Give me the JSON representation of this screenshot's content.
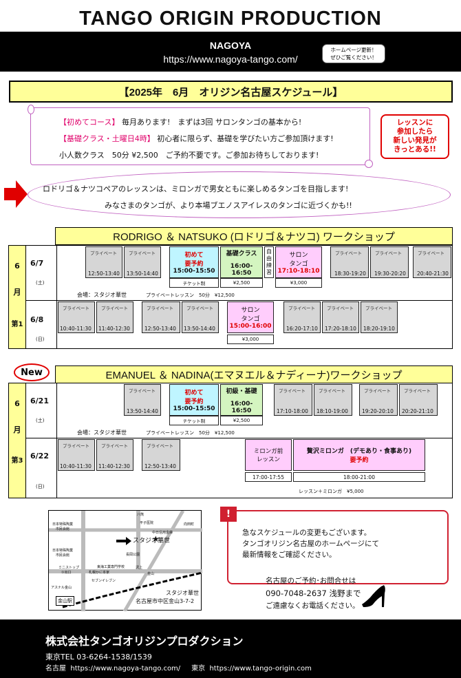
{
  "header": {
    "title": "TANGO ORIGIN PRODUCTION",
    "city": "NAGOYA",
    "url": "https://www.nagoya-tango.com/",
    "bubble_line1": "ホームページ更新！",
    "bubble_line2": "ぜひご覧ください！"
  },
  "banner": "【2025年　6月　オリジン名古屋スケジュール】",
  "intro": {
    "line1_tag": "【初めてコース】",
    "line1_rest": "毎月あります!　まずは3回 サロンタンゴの基本から!",
    "line2_tag": "【基礎クラス・土曜日4時】",
    "line2_rest": "初心者に限らず、基礎を学びたい方ご参加頂けます!",
    "line3": "小人数クラス　50分 ¥2,500　ご予約不要です。ご参加お待ちしております!"
  },
  "lesson_note": {
    "l1": "レッスンに",
    "l2": "参加したら",
    "l3": "新しい発見が",
    "l4": "きっとある!!"
  },
  "ellipse": {
    "line1": "ロドリゴ＆ナツコペアのレッスンは、ミロンガで男女ともに楽しめるタンゴを目指します!",
    "line2": "みなさまのタンゴが、より本場ブエノスアイレスのタンゴに近づくかも!!"
  },
  "ws1": {
    "title": "RODRIGO ＆ NATSUKO (ロドリゴ＆ナツコ) ワークショップ",
    "month": "6",
    "month_unit": "月",
    "week": "第1",
    "day1": {
      "date": "6/7",
      "dow": "(土)",
      "venue": "会場：スタジオ華世",
      "private_note": "プライベートレッスン　50分　¥12,500",
      "ticket": "チケット制",
      "price_basic": "¥2,500",
      "price_salon": "¥3,000"
    },
    "day2": {
      "date": "6/8",
      "dow": "(日)",
      "price_salon": "¥3,000"
    }
  },
  "ws2": {
    "new_label": "New",
    "title": "EMANUEL ＆ NADINA(エマヌエル＆ナディーナ)ワークショップ",
    "month": "6",
    "month_unit": "月",
    "week": "第3",
    "day1": {
      "date": "6/21",
      "dow": "(土)",
      "venue": "会場：スタジオ華世",
      "private_note": "プライベートレッスン　50分　¥12,500",
      "ticket": "チケット制",
      "price_basic": "¥2,500"
    },
    "day2": {
      "date": "6/22",
      "dow": "(日)",
      "lesson_milonga_price": "レッスン＋ミロンガ　¥5,000"
    }
  },
  "labels": {
    "private": "プライベート",
    "beginner1": "初めて",
    "beginner2": "要予約",
    "basic": "基礎クラス",
    "basic2": "初級・基礎",
    "free1": "自",
    "free2": "由",
    "free3": "練",
    "free4": "習",
    "salon1": "サロン",
    "salon2": "タンゴ",
    "milonga_lesson1": "ミロンガ前",
    "milonga_lesson2": "レッスン",
    "milonga_title": "贅沢ミロンガ　(デモあり・食事あり)",
    "milonga_reserve": "要予約"
  },
  "times": {
    "t1250_1340": "12:50-13:40",
    "t1350_1440": "13:50-14:40",
    "t1500_1550": "15:00-15:50",
    "t1600_1650": "16:00-16:50",
    "t1710_1810": "17:10-18:10",
    "t1830_1920": "18:30-19:20",
    "t1930_2020": "19:30-20:20",
    "t2040_2130": "20:40-21:30",
    "t1040_1130": "10:40-11:30",
    "t1140_1230": "11:40-12:30",
    "t1500_1600": "15:00-16:00",
    "t1620_1710": "16:20-17:10",
    "t1720_1810": "17:20-18:10",
    "t1820_1910": "18:20-19:10",
    "t1710_1800": "17:10-18:00",
    "t1810_1900": "18:10-19:00",
    "t1920_2010": "19:20-20:10",
    "t2020_2110": "20:20-21:10",
    "t1250_1340b": "12:50-13:40",
    "t1700_1755": "17:00-17:55",
    "t1800_2100": "18:00-21:00"
  },
  "map": {
    "studio": "スタジオ華世",
    "caption1": "スタジオ華世",
    "caption2": "名古屋市中区金山3-7-2",
    "station": "金山駅",
    "l1": "日本特殊陶業",
    "l2": "市民会館",
    "l3": "日本特殊陶業",
    "l4": "市民会館",
    "l5": "ミニストップ",
    "l6": "①出口",
    "l7": "札幌かに本家",
    "l8": "セブンイレブン",
    "l9": "東海工業専門学校",
    "l10": "アスナル金山",
    "l11": "平子医院",
    "l12": "中日信用金庫",
    "l13": "長岡公園",
    "l14": "八熊",
    "l15": "沢上",
    "l16": "金山",
    "l17": "向田町"
  },
  "notice": {
    "line1": "急なスケジュールの変更もございます。",
    "line2": "タンゴオリジン名古屋のホームページにて",
    "line3": "最新情報をご確認ください。",
    "icon": "!"
  },
  "contact": {
    "line1": "名古屋のご予約･お問合せは",
    "line2": "090-7048-2637 浅野まで",
    "line3": "ご遠慮なくお電話ください。"
  },
  "footer": {
    "company": "株式会社タンゴオリジンプロダクション",
    "tel": "東京TEL 03-6264-1538/1539",
    "nagoya_label": "名古屋",
    "nagoya_url": "https://www.nagoya-tango.com/",
    "tokyo_label": "東京",
    "tokyo_url": "https://www.tango-origin.com"
  }
}
